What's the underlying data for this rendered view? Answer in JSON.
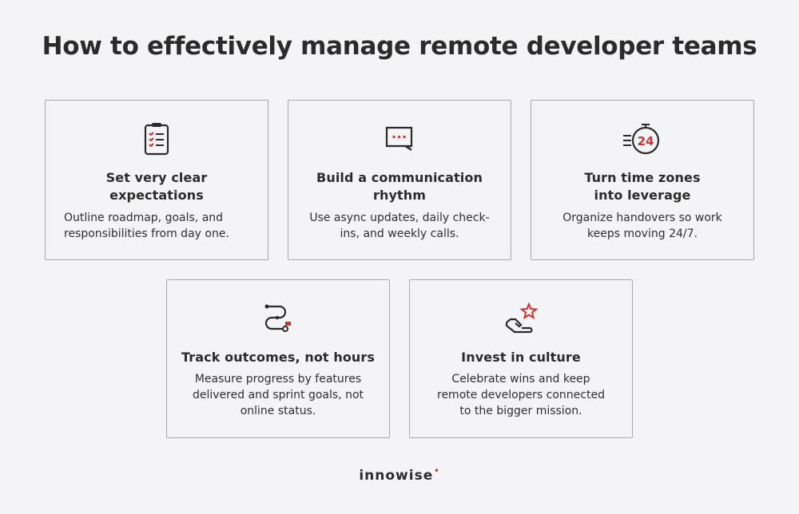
{
  "title": "How to effectively manage remote developer teams",
  "colors": {
    "background": "#f4f4f6",
    "text": "#2b2b2b",
    "accent": "#d32f2f",
    "border": "#a9a9ab"
  },
  "cards": [
    {
      "icon": "clipboard-checklist-icon",
      "heading": "Set very clear expectations",
      "heading_lines": [
        "Set very clear",
        "expectations"
      ],
      "description_lines": [
        "Outline roadmap, goals, and",
        "responsibilities from day one."
      ]
    },
    {
      "icon": "chat-bubble-icon",
      "heading": "Build a communication rhythm",
      "heading_lines": [
        "Build a communication",
        "rhythm"
      ],
      "description_lines": [
        "Use async updates, daily check-",
        "ins, and weekly calls."
      ]
    },
    {
      "icon": "stopwatch-24-icon",
      "icon_text": "24",
      "heading": "Turn time zones into leverage",
      "heading_lines": [
        "Turn time zones",
        "into leverage"
      ],
      "description_lines": [
        "Organize handovers so work",
        "keeps moving 24/7."
      ]
    },
    {
      "icon": "route-flag-icon",
      "heading": "Track outcomes, not hours",
      "heading_lines": [
        "Track outcomes, not hours"
      ],
      "description_lines": [
        "Measure progress by features",
        "delivered and sprint goals, not",
        "online status."
      ]
    },
    {
      "icon": "hand-star-icon",
      "heading": "Invest in culture",
      "heading_lines": [
        "Invest in culture"
      ],
      "description_lines": [
        "Celebrate wins and keep",
        "remote developers connected",
        "to the bigger mission."
      ]
    }
  ],
  "logo": {
    "text": "innowise",
    "dot": "•"
  }
}
